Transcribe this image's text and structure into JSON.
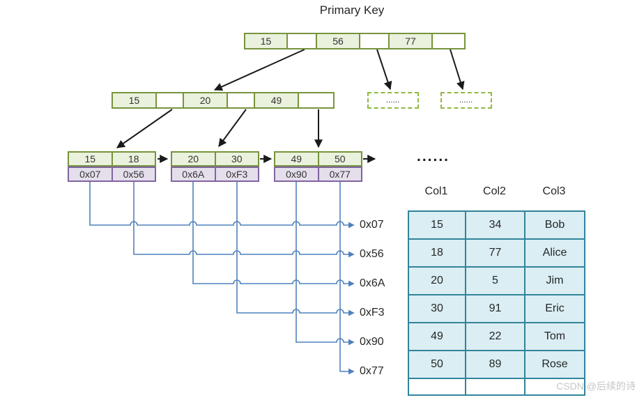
{
  "title": "Primary Key",
  "tree": {
    "root": {
      "keys": [
        "15",
        "56",
        "77"
      ]
    },
    "internal": {
      "keys": [
        "15",
        "20",
        "49"
      ]
    },
    "leaves": [
      {
        "keys": [
          "15",
          "18"
        ],
        "pointers": [
          "0x07",
          "0x56"
        ]
      },
      {
        "keys": [
          "20",
          "30"
        ],
        "pointers": [
          "0x6A",
          "0xF3"
        ]
      },
      {
        "keys": [
          "49",
          "50"
        ],
        "pointers": [
          "0x90",
          "0x77"
        ]
      }
    ],
    "dashed_placeholder": "......",
    "ellipsis": "......"
  },
  "pointer_labels": [
    "0x07",
    "0x56",
    "0x6A",
    "0xF3",
    "0x90",
    "0x77"
  ],
  "table": {
    "headers": [
      "Col1",
      "Col2",
      "Col3"
    ],
    "rows": [
      [
        "15",
        "34",
        "Bob"
      ],
      [
        "18",
        "77",
        "Alice"
      ],
      [
        "20",
        "5",
        "Jim"
      ],
      [
        "30",
        "91",
        "Eric"
      ],
      [
        "49",
        "22",
        "Tom"
      ],
      [
        "50",
        "89",
        "Rose"
      ]
    ]
  },
  "watermark": "CSDN @后续的诗",
  "colors": {
    "node_green_fill": "#EAF1DD",
    "node_green_border": "#77933C",
    "node_purple_fill": "#E5DFEC",
    "node_purple_border": "#8064A2",
    "dashed_border": "#8FB944",
    "table_fill": "#DAEEF3",
    "table_border": "#31849B",
    "connector_blue": "#4F81BD",
    "arrow_black": "#1A1A1A"
  }
}
